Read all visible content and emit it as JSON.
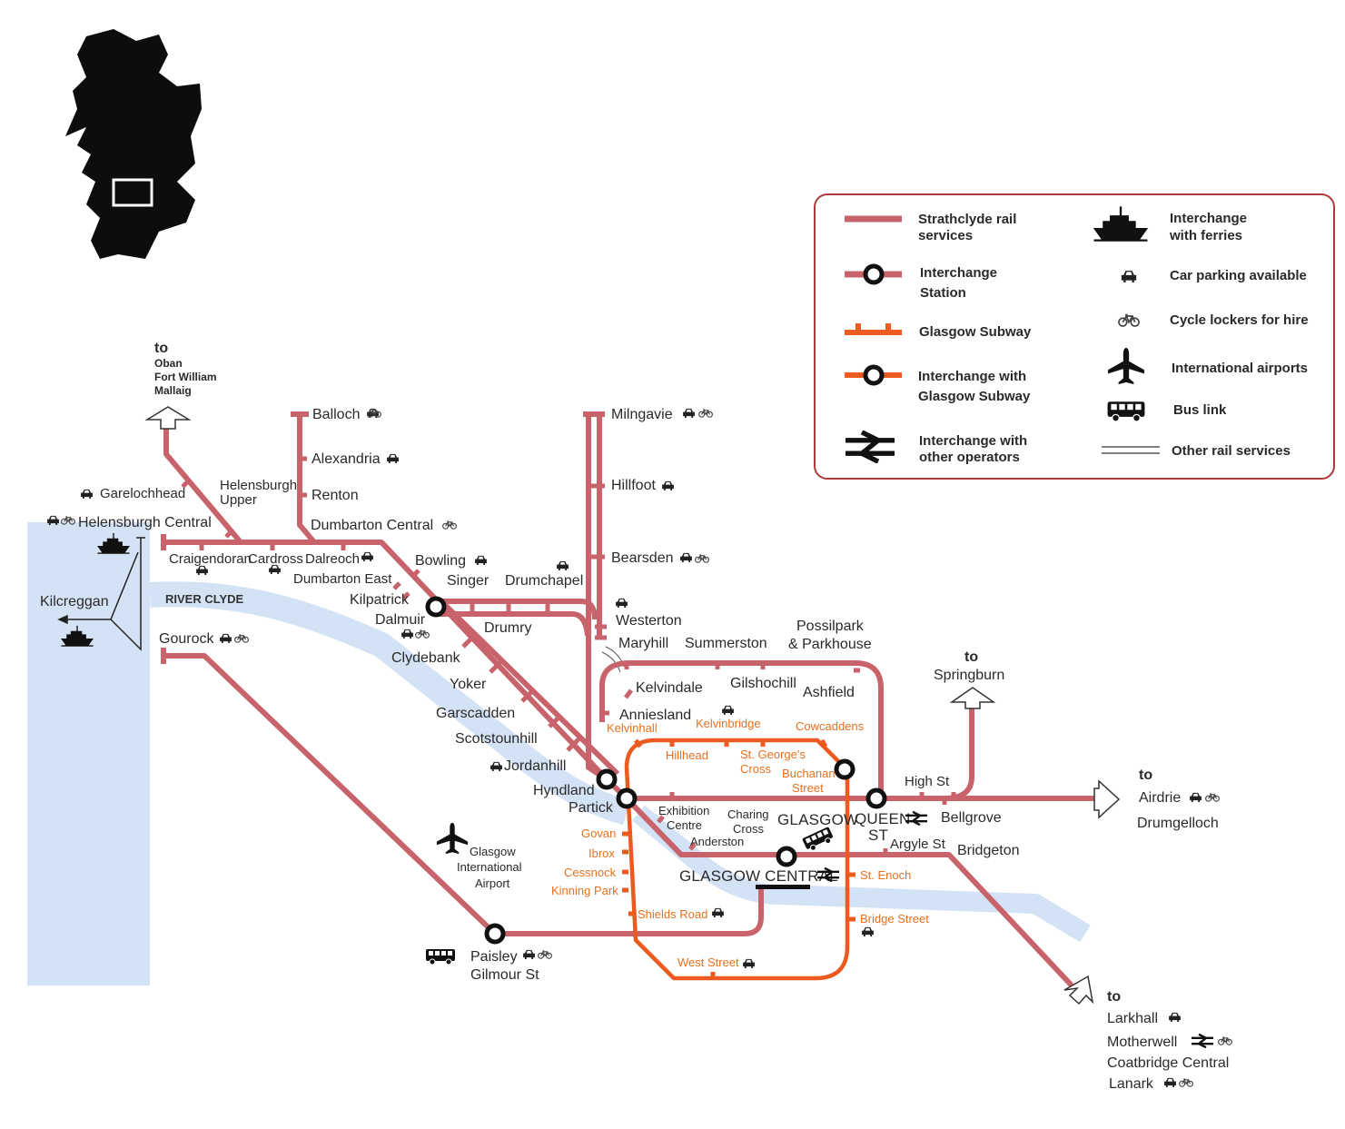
{
  "colors": {
    "rail": "#c9636b",
    "subway": "#ec5a1f",
    "subway_text": "#e8701e",
    "water": "#d3e3f5",
    "legend_border": "#b03a3a",
    "text": "#2a2a2a"
  },
  "map": {
    "river_label": "RIVER CLYDE",
    "destinations": {
      "north": {
        "to": "to",
        "places": [
          "Oban",
          "Fort William",
          "Mallaig"
        ]
      },
      "springburn": {
        "to": "to",
        "places": [
          "Springburn"
        ]
      },
      "east": {
        "to": "to",
        "places": [
          "Airdrie",
          "Drumgelloch"
        ]
      },
      "southeast": {
        "to": "to",
        "places": [
          "Larkhall",
          "Motherwell",
          "Coatbridge Central",
          "Lanark"
        ]
      }
    },
    "stations": {
      "balloch": "Balloch",
      "alexandria": "Alexandria",
      "renton": "Renton",
      "dumbarton_central": "Dumbarton Central",
      "garelochhead": "Garelochhead",
      "helensburgh_upper": [
        "Helensburgh",
        "Upper"
      ],
      "helensburgh_central": "Helensburgh Central",
      "craigendoran": "Craigendoran",
      "cardross": "Cardross",
      "dalreoch": "Dalreoch",
      "dumbarton_east": "Dumbarton East",
      "bowling": "Bowling",
      "singer": "Singer",
      "drumchapel": "Drumchapel",
      "kilpatrick": "Kilpatrick",
      "dalmuir": "Dalmuir",
      "drumry": "Drumry",
      "kilcreggan": "Kilcreggan",
      "gourock": "Gourock",
      "clydebank": "Clydebank",
      "yoker": "Yoker",
      "garscadden": "Garscadden",
      "scotstounhill": "Scotstounhill",
      "jordanhill": "Jordanhill",
      "hyndland": "Hyndland",
      "partick": "Partick",
      "milngavie": "Milngavie",
      "hillfoot": "Hillfoot",
      "bearsden": "Bearsden",
      "westerton": "Westerton",
      "maryhill": "Maryhill",
      "summerston": "Summerston",
      "possilpark": [
        "Possilpark",
        "& Parkhouse"
      ],
      "kelvindale": "Kelvindale",
      "gilshochill": "Gilshochill",
      "ashfield": "Ashfield",
      "anniesland": "Anniesland",
      "high_st": "High St",
      "bellgrove": "Bellgrove",
      "argyle_st": "Argyle St",
      "bridgeton": "Bridgeton",
      "queen_st": [
        "QUEEN",
        "ST"
      ],
      "glasgow": "GLASGOW",
      "glasgow_central": "GLASGOW CENTRAL",
      "exhibition_centre": [
        "Exhibition",
        "Centre"
      ],
      "charing_cross": [
        "Charing",
        "Cross"
      ],
      "anderston": "Anderston",
      "airport": [
        "Glasgow",
        "International",
        "Airport"
      ],
      "paisley": [
        "Paisley",
        "Gilmour St"
      ]
    },
    "subway_stations": {
      "kelvinhall": "Kelvinhall",
      "kelvinbridge": "Kelvinbridge",
      "cowcaddens": "Cowcaddens",
      "hillhead": "Hillhead",
      "st_georges_cross": [
        "St. George's",
        "Cross"
      ],
      "buchanan_street": [
        "Buchanan",
        "Street"
      ],
      "govan": "Govan",
      "ibrox": "Ibrox",
      "cessnock": "Cessnock",
      "kinning_park": "Kinning Park",
      "shields_road": "Shields Road",
      "st_enoch": "St. Enoch",
      "bridge_street": "Bridge Street",
      "west_street": "West Street"
    }
  },
  "legend": {
    "items": [
      {
        "icon": "rail-line-icon",
        "label": [
          "Strathclyde rail",
          "services"
        ]
      },
      {
        "icon": "interchange-station-icon",
        "label": [
          "Interchange",
          "Station"
        ]
      },
      {
        "icon": "subway-line-icon",
        "label": [
          "Glasgow Subway"
        ]
      },
      {
        "icon": "subway-interchange-icon",
        "label": [
          "Interchange with",
          "Glasgow Subway"
        ]
      },
      {
        "icon": "national-rail-icon",
        "label": [
          "Interchange with",
          "other operators"
        ]
      },
      {
        "icon": "ferry-icon",
        "label": [
          "Interchange",
          "with ferries"
        ]
      },
      {
        "icon": "car-icon",
        "label": [
          "Car parking available"
        ]
      },
      {
        "icon": "bicycle-icon",
        "label": [
          "Cycle lockers for hire"
        ]
      },
      {
        "icon": "airplane-icon",
        "label": [
          "International airports"
        ]
      },
      {
        "icon": "bus-icon",
        "label": [
          "Bus link"
        ]
      },
      {
        "icon": "other-rail-icon",
        "label": [
          "Other rail services"
        ]
      }
    ]
  }
}
